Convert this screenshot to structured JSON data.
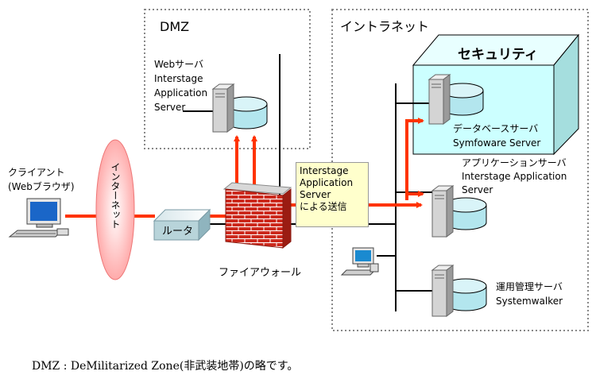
{
  "zones": {
    "dmz": "DMZ",
    "intranet": "イントラネット",
    "security": "セキュリティ"
  },
  "client": {
    "lines": [
      "クライアント",
      "(Webブラウザ)"
    ]
  },
  "internet": "インターネット",
  "router": "ルータ",
  "firewall": "ファイアウォール",
  "web_server": {
    "lines": [
      "Webサーバ",
      "Interstage",
      "Application",
      "Server"
    ]
  },
  "db_server": {
    "lines": [
      "データベースサーバ",
      "Symfoware Server"
    ]
  },
  "app_server": {
    "lines": [
      "アプリケーションサーバ",
      "Interstage Application",
      "Server"
    ]
  },
  "mgmt_server": {
    "lines": [
      "運用管理サーバ",
      "Systemwalker"
    ]
  },
  "transmission_note": {
    "lines": [
      "Interstage",
      "Application",
      "Server",
      "による送信"
    ]
  },
  "footnote": "DMZ : DeMilitarized Zone(非武装地帯)の略です。",
  "colors": {
    "arrow": "#ff3300",
    "security_fill": "#ccffff",
    "internet_fill": "#ffcccc",
    "note_fill": "#ffffcc"
  }
}
